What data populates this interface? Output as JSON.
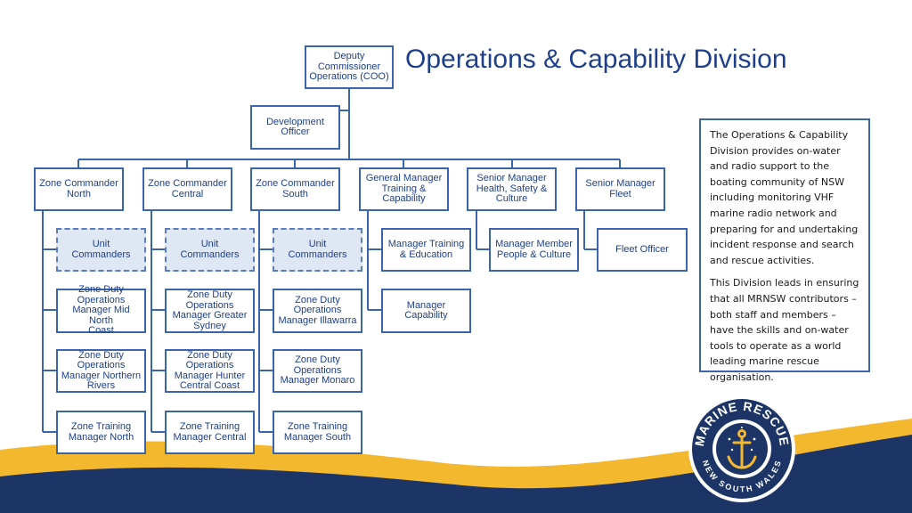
{
  "title": "Operations & Capability Division",
  "colors": {
    "brand_blue": "#1e3f8c",
    "line_blue": "#3a64ad",
    "gold": "#f4b82e",
    "navy": "#1d3467"
  },
  "nodes": {
    "coo": "Deputy\nCommissioner\nOperations (COO)",
    "dev": "Development\nOfficer",
    "zc_north": "Zone Commander\nNorth",
    "zc_central": "Zone Commander\nCentral",
    "zc_south": "Zone Commander\nSouth",
    "gm_training": "General Manager\nTraining &\nCapability",
    "sm_hsc": "Senior Manager\nHealth, Safety &\nCulture",
    "sm_fleet": "Senior Manager\nFleet",
    "uc_north": "Unit\nCommanders",
    "uc_central": "Unit\nCommanders",
    "uc_south": "Unit\nCommanders",
    "zdo_midnorth": "Zone Duty\nOperations\nManager Mid North\nCoast",
    "zdo_sydney": "Zone Duty\nOperations\nManager Greater\nSydney",
    "zdo_illawarra": "Zone Duty\nOperations\nManager Illawarra",
    "zdo_northern_rivers": "Zone Duty\nOperations\nManager Northern\nRivers",
    "zdo_hunter": "Zone Duty\nOperations\nManager Hunter\nCentral Coast",
    "zdo_monaro": "Zone Duty\nOperations\nManager Monaro",
    "zt_north": "Zone Training\nManager North",
    "zt_central": "Zone Training\nManager Central",
    "zt_south": "Zone Training\nManager South",
    "mgr_training": "Manager Training\n& Education",
    "mgr_capability": "Manager\nCapability",
    "mgr_member": "Manager Member\nPeople & Culture",
    "fleet_officer": "Fleet Officer"
  },
  "description": [
    "The Operations & Capability Division provides on-water and radio support to the boating community of NSW including monitoring VHF marine radio network and preparing for and undertaking incident response and search and rescue activities.",
    "This Division leads in ensuring that all MRNSW contributors – both staff and members – have the skills and on-water tools to operate as a world leading marine rescue organisation."
  ],
  "logo": {
    "top_text": "MARINE RESCUE",
    "bottom_text": "NEW SOUTH WALES",
    "icon": "anchor-icon"
  }
}
